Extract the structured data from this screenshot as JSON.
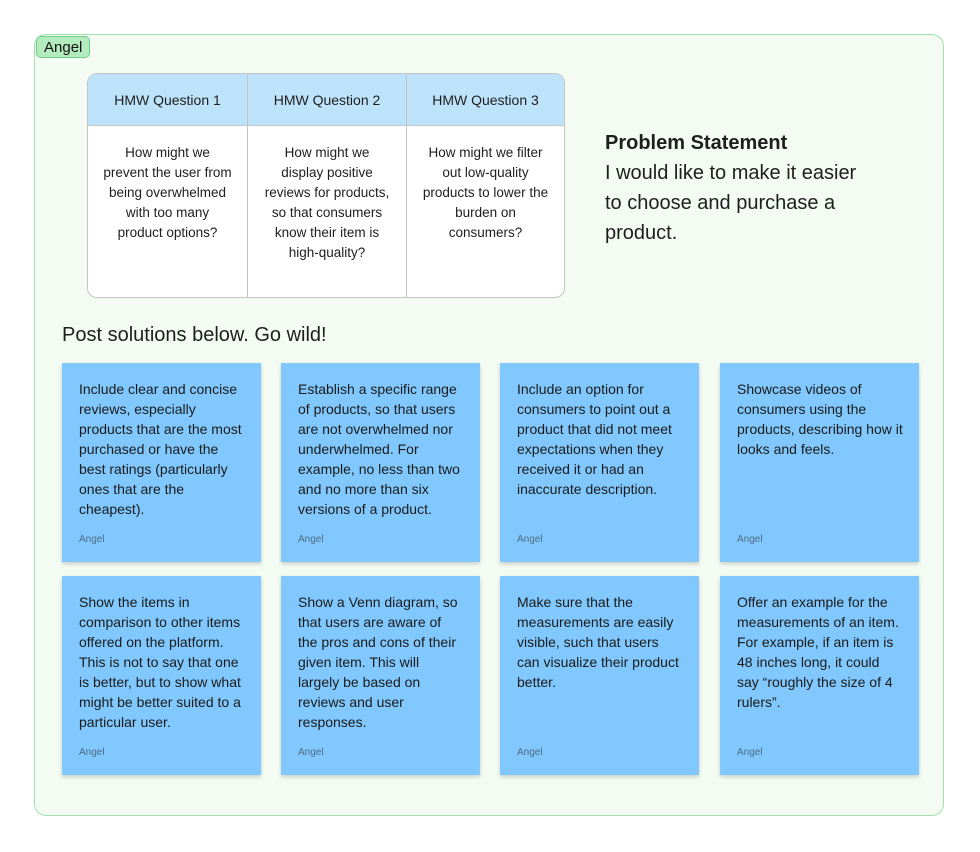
{
  "section": {
    "label": "Angel"
  },
  "hmw": {
    "headers": [
      "HMW Question 1",
      "HMW Question 2",
      "HMW Question 3"
    ],
    "questions": [
      "How might we prevent the user from being overwhelmed with too many product options?",
      "How might we display positive reviews for products, so that consumers know their item is high-quality?",
      "How might we filter out low-quality products to lower the burden on consumers?"
    ]
  },
  "problem": {
    "title": "Problem Statement",
    "text": "I would like to make it easier to choose and purchase a product."
  },
  "prompt": "Post solutions below. Go wild!",
  "stickies": [
    {
      "text": "Include clear and concise reviews, especially products that are the most purchased or have the best ratings (particularly ones that are the cheapest).",
      "author": "Angel"
    },
    {
      "text": "Establish a specific range of products, so that users are not overwhelmed nor underwhelmed. For example, no less than two and no more than six versions of a product.",
      "author": "Angel"
    },
    {
      "text": "Include an option for consumers to point out a product that did not meet expectations when they received it or had an inaccurate description.",
      "author": "Angel"
    },
    {
      "text": "Showcase videos of consumers using the products, describing how it looks and feels.",
      "author": "Angel"
    },
    {
      "text": "Show the items in comparison to other items offered on the platform. This is not to say that one is better, but to show what might be better suited to a particular user.",
      "author": "Angel"
    },
    {
      "text": "Show a Venn diagram, so that users are aware of the pros and cons of their given item. This will largely be based on reviews and user responses.",
      "author": "Angel"
    },
    {
      "text": "Make sure that the measurements are easily visible, such that users can visualize their product better.",
      "author": "Angel"
    },
    {
      "text": "Offer an example for the measurements of an item. For example, if an item is 48 inches long, it could say “roughly the size of 4 rulers”.",
      "author": "Angel"
    }
  ],
  "colors": {
    "section_bg": "#f4fbf3",
    "section_border": "#9fe0ad",
    "label_bg": "#b3ebbf",
    "table_header": "#bde3fb",
    "sticky": "#80c8fd"
  }
}
